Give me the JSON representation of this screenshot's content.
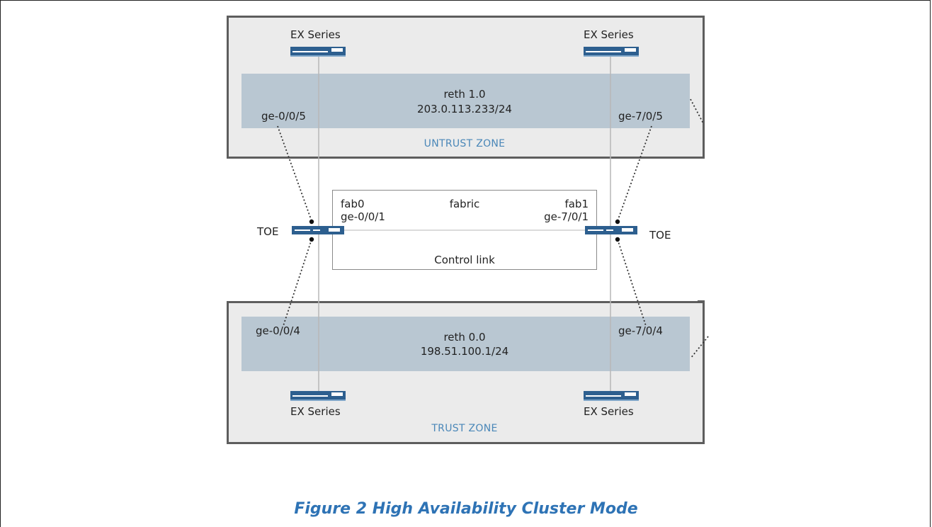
{
  "untrust": {
    "ex_left": "EX Series",
    "ex_right": "EX Series",
    "reth_name": "reth 1.0",
    "reth_ip": "203.0.113.233/24",
    "if_left": "ge-0/0/5",
    "if_right": "ge-7/0/5",
    "zone_label": "UNTRUST ZONE"
  },
  "fabric": {
    "left_name": "fab0",
    "left_if": "ge-0/0/1",
    "title": "fabric",
    "right_name": "fab1",
    "right_if": "ge-7/0/1",
    "control_link": "Control link"
  },
  "toe": {
    "left": "TOE",
    "right": "TOE"
  },
  "trust": {
    "if_left": "ge-0/0/4",
    "if_right": "ge-7/0/4",
    "reth_name": "reth 0.0",
    "reth_ip": "198.51.100.1/24",
    "ex_left": "EX Series",
    "ex_right": "EX Series",
    "zone_label": "TRUST ZONE"
  },
  "caption": "Figure 2 High Availability Cluster Mode",
  "colors": {
    "zone_fill": "#ebebeb",
    "band_fill": "#b9c7d2",
    "device_blue": "#2d5f8f",
    "zone_label": "#4a87b8",
    "caption": "#2e73b5"
  },
  "icons": [
    "ex-switch-icon",
    "srx-device-icon"
  ]
}
